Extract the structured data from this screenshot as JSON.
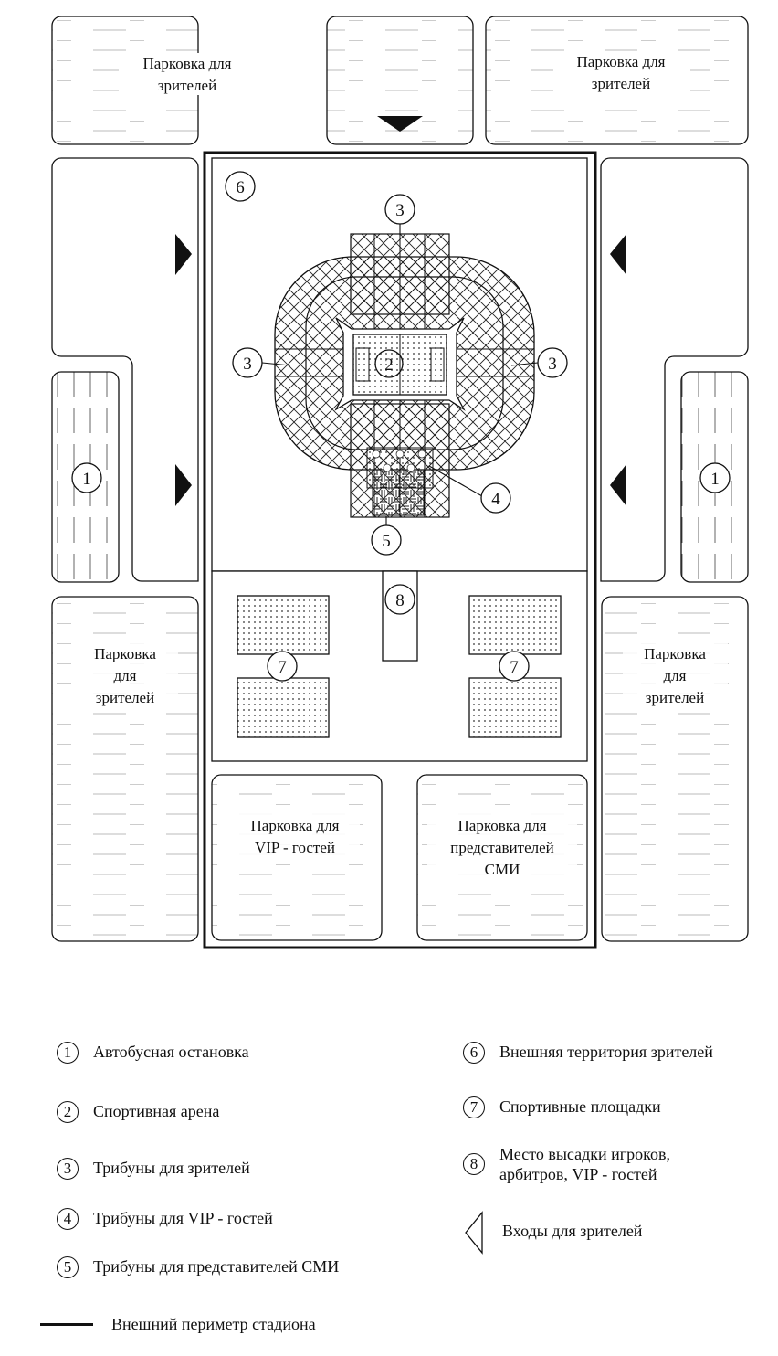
{
  "map": {
    "parking_spectators": "Парковка для зрителей",
    "parking_spectators_stacked": [
      "Парковка",
      "для",
      "зрителей"
    ],
    "parking_vip": [
      "Парковка для",
      "VIP - гостей"
    ],
    "parking_media": [
      "Парковка для",
      "представителей",
      "СМИ"
    ],
    "markers": {
      "bus_stop": "1",
      "arena": "2",
      "stands": "3",
      "vip_stands": "4",
      "media_stands": "5",
      "outer_area": "6",
      "sports_grounds": "7",
      "dropoff": "8"
    }
  },
  "legend": [
    {
      "num": "1",
      "text": "Автобусная остановка"
    },
    {
      "num": "2",
      "text": "Спортивная арена"
    },
    {
      "num": "3",
      "text": "Трибуны для зрителей"
    },
    {
      "num": "4",
      "text": "Трибуны для VIP - гостей"
    },
    {
      "num": "5",
      "text": "Трибуны для представителей СМИ"
    },
    {
      "num": "6",
      "text": "Внешняя территория зрителей"
    },
    {
      "num": "7",
      "text": "Спортивные площадки"
    },
    {
      "num": "8",
      "text": "Место высадки игроков, арбитров, VIP - гостей"
    }
  ],
  "legend_entrance": "Входы для зрителей",
  "legend_perimeter": "Внешний периметр стадиона"
}
